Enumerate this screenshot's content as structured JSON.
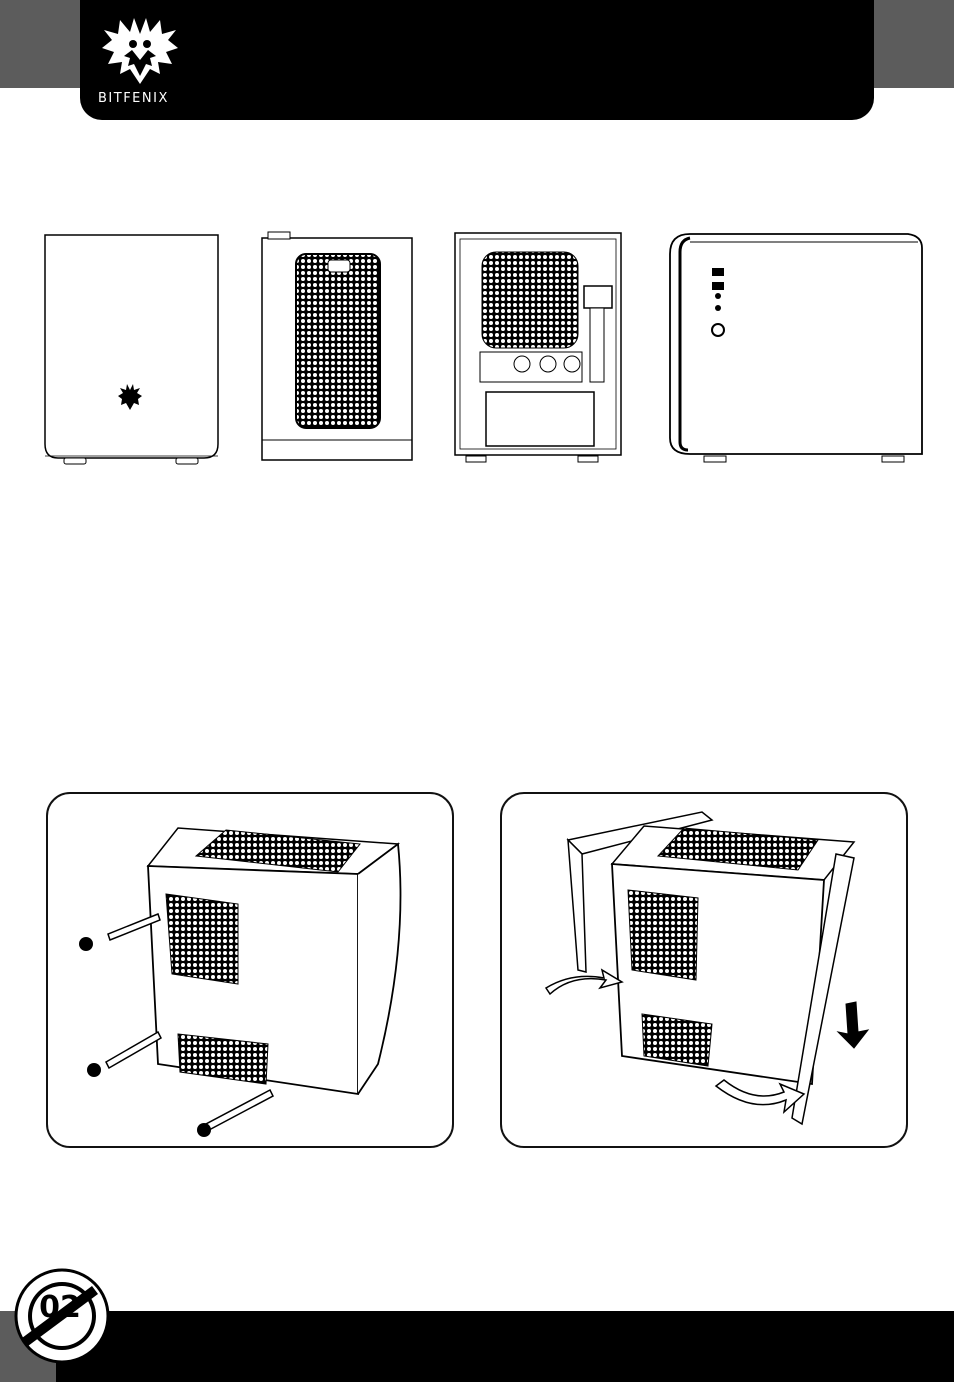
{
  "header": {
    "brand": "BITFENIX",
    "logo_icon": "bitfenix-phoenix-logo"
  },
  "views": [
    {
      "name": "front-view",
      "icon": "case-front-view"
    },
    {
      "name": "top-view",
      "icon": "case-top-view"
    },
    {
      "name": "rear-view",
      "icon": "case-rear-view"
    },
    {
      "name": "side-view",
      "icon": "case-side-view"
    }
  ],
  "steps": [
    {
      "name": "remove-thumbscrews",
      "icon": "thumbscrew-removal-illustration"
    },
    {
      "name": "remove-shell",
      "icon": "shell-removal-illustration"
    }
  ],
  "footer": {
    "page_number": "02"
  },
  "colors": {
    "header": "#000000",
    "corner_tab": "#5c5c5c",
    "background": "#ffffff"
  }
}
